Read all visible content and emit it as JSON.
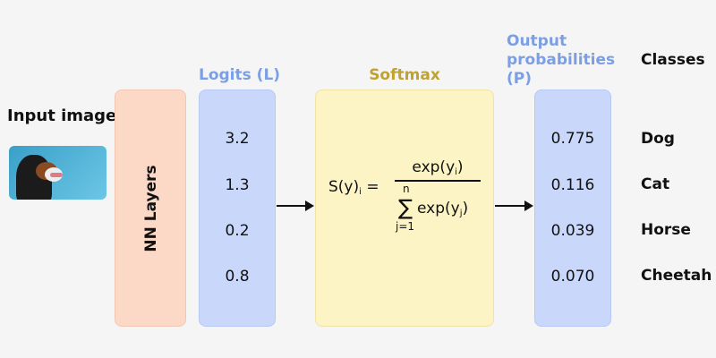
{
  "input": {
    "label": "Input image"
  },
  "nn": {
    "label": "NN Layers"
  },
  "logits": {
    "title": "Logits (L)",
    "values": [
      "3.2",
      "1.3",
      "0.2",
      "0.8"
    ]
  },
  "softmax": {
    "title": "Softmax",
    "lhs": "S(y)",
    "lhs_sub": "i",
    "eq": "=",
    "num": "exp(y",
    "num_sub": "i",
    "num_close": ")",
    "sum_top": "n",
    "sum_sym": "∑",
    "den": "exp(y",
    "den_sub": "j",
    "den_close": ")",
    "sum_bottom": "j=1"
  },
  "output": {
    "title_lines": [
      "Output",
      "probabilities",
      "(P)"
    ],
    "values": [
      "0.775",
      "0.116",
      "0.039",
      "0.070"
    ]
  },
  "classes": {
    "title": "Classes",
    "items": [
      "Dog",
      "Cat",
      "Horse",
      "Cheetah"
    ]
  },
  "colors": {
    "nn": "#fcd8c6",
    "logits": "#c9d7fb",
    "softmax": "#fcf4c4",
    "logits_title": "#7c9fe3",
    "softmax_title": "#bfa232"
  }
}
